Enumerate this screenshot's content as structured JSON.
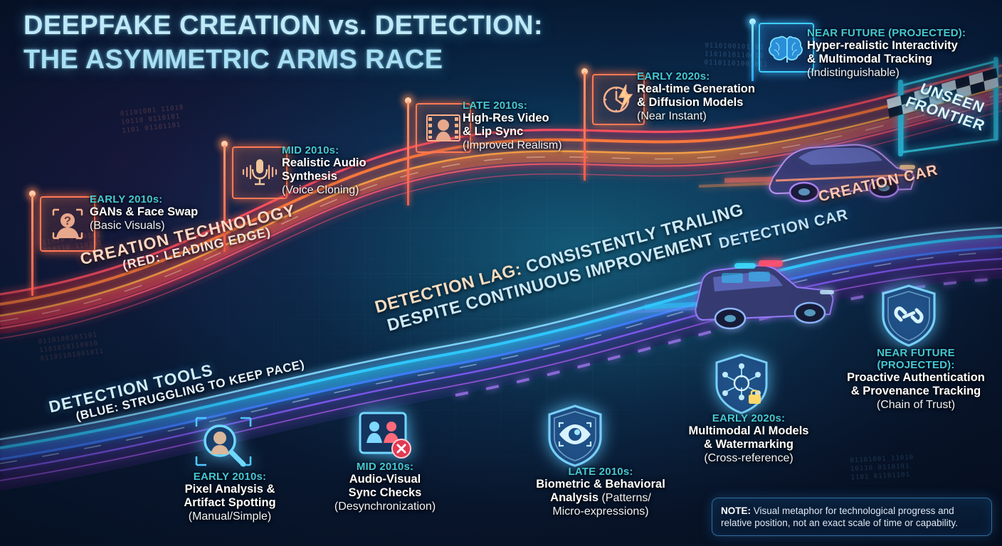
{
  "title": {
    "line1": "DEEPFAKE CREATION vs. DETECTION:",
    "line2": "THE ASYMMETRIC ARMS RACE"
  },
  "track_labels": {
    "creation_main": "CREATION TECHNOLOGY",
    "creation_sub": "(RED: LEADING EDGE)",
    "detection_main": "DETECTION TOOLS",
    "detection_sub": "(BLUE: STRUGGLING TO KEEP PACE)",
    "lag_line1_accent": "DETECTION LAG:",
    "lag_line1_rest": " CONSISTENTLY TRAILING",
    "lag_line2": "DESPITE CONTINUOUS IMPROVEMENT",
    "creation_car": "CREATION CAR",
    "detection_car": "DETECTION CAR",
    "finish_line1": "UNSEEN",
    "finish_line2": "FRONTIER"
  },
  "creation_milestones": [
    {
      "era": "EARLY 2010s:",
      "main": "GANs & Face Swap",
      "sub": "(Basic Visuals)",
      "icon": "face-question-icon"
    },
    {
      "era": "MID 2010s:",
      "main_line1": "Realistic Audio",
      "main_line2": "Synthesis",
      "sub": "(Voice Cloning)",
      "icon": "microphone-icon"
    },
    {
      "era": "LATE 2010s:",
      "main_line1": "High-Res Video",
      "main_line2": "& Lip Sync",
      "sub": "(Improved Realism)",
      "icon": "film-face-icon"
    },
    {
      "era": "EARLY 2020s:",
      "main_line1": "Real-time Generation",
      "main_line2": "& Diffusion Models",
      "sub": "(Near Instant)",
      "icon": "clock-bolt-icon"
    },
    {
      "era": "NEAR FUTURE (PROJECTED):",
      "main_line1": "Hyper-realistic Interactivity",
      "main_line2": "& Multimodal Tracking",
      "sub": "(Indistinguishable)",
      "icon": "brain-icon"
    }
  ],
  "detection_milestones": [
    {
      "era": "EARLY 2010s:",
      "main_line1": "Pixel Analysis &",
      "main_line2": "Artifact Spotting",
      "sub": "(Manual/Simple)",
      "icon": "magnifier-face-icon"
    },
    {
      "era": "MID 2010s:",
      "main_line1": "Audio-Visual",
      "main_line2": "Sync Checks",
      "sub": "(Desynchronization)",
      "icon": "av-sync-error-icon"
    },
    {
      "era": "LATE 2010s:",
      "main_line1": "Biometric & Behavioral",
      "main_line2": "Analysis",
      "sub_inline": " (Patterns/",
      "sub": "Micro-expressions)",
      "icon": "shield-eye-icon"
    },
    {
      "era": "EARLY 2020s:",
      "main_line1": "Multimodal AI Models",
      "main_line2": "& Watermarking",
      "sub": "(Cross-reference)",
      "icon": "shield-network-lock-icon"
    },
    {
      "era_line1": "NEAR FUTURE",
      "era_line2": "(PROJECTED):",
      "main_line1": "Proactive Authentication",
      "main_line2": "& Provenance Tracking",
      "sub": "(Chain of Trust)",
      "icon": "shield-chain-icon"
    }
  ],
  "note": {
    "label": "NOTE:",
    "text": " Visual metaphor for technological progress and relative position, not an exact scale of time or capability."
  },
  "colors": {
    "creation_red": "#ff5a4a",
    "creation_orange": "#ff9a3c",
    "detection_blue": "#3aa8ff",
    "detection_cyan": "#35e0f0",
    "detection_purple": "#9a5cf0",
    "era_teal": "#45c8d6",
    "title_blue": "#bfe9f8",
    "lag_accent": "#f5dcc0"
  },
  "background_code": {
    "snippet_a": "01101001 11010\n10110 0110101\n1101 01101101",
    "snippet_b": "0110100101101\n1101010110010\n01101101001011",
    "snippet_c": "11010 0110101\n010110 110101"
  }
}
